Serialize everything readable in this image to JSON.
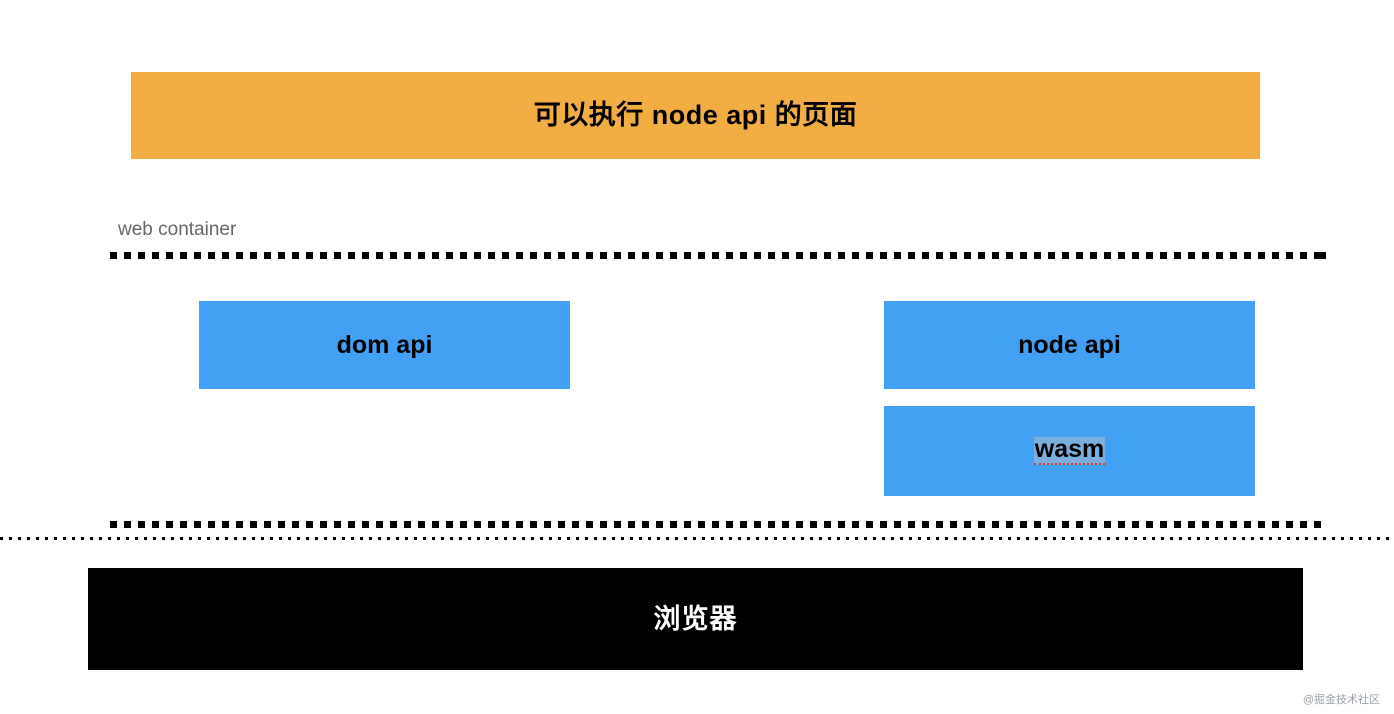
{
  "diagram": {
    "title_banner": {
      "label": "可以执行 node api 的页面",
      "color": "#f2ae42"
    },
    "web_container": {
      "caption": "web container",
      "caption_color": "#666666",
      "border_style": "dashed-square",
      "border_color": "#000000",
      "blocks": [
        {
          "label": "dom api",
          "color": "#42a1f5",
          "spellchecked": false
        },
        {
          "label": "node api",
          "color": "#42a1f5",
          "spellchecked": false
        },
        {
          "label": "wasm",
          "color": "#42a1f5",
          "spellchecked": true
        }
      ]
    },
    "boundary": {
      "style": "dotted",
      "color": "#000000"
    },
    "browser_bar": {
      "label": "浏览器",
      "background": "#000000",
      "text_color": "#ffffff"
    },
    "watermark": {
      "text": "@掘金技术社区"
    }
  }
}
